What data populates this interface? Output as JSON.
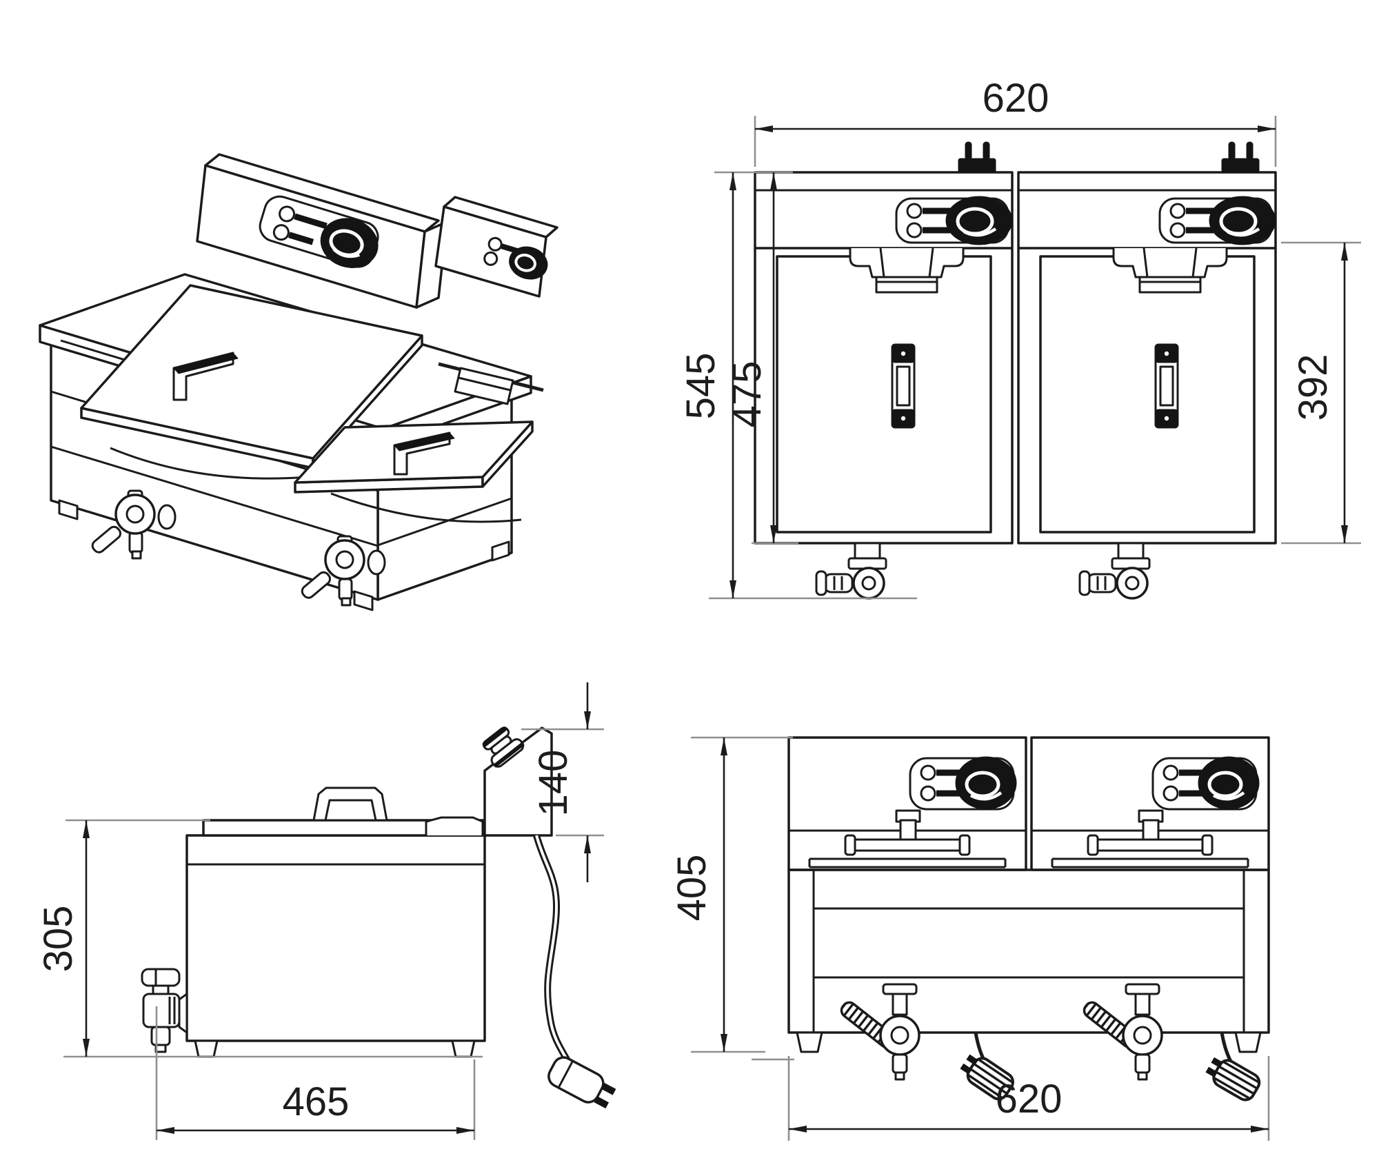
{
  "drawing": {
    "type": "technical-dimension-drawing",
    "subject": "double-tank countertop electric deep fryer",
    "background_color": "#ffffff",
    "line_color": "#1b1b1b",
    "extension_line_color": "#8f8f8f",
    "label_color": "#1d1d1d",
    "views": {
      "isometric": {
        "name": "isometric-view"
      },
      "front": {
        "name": "front-view",
        "dims": {
          "width": "620",
          "overall_height": "545",
          "body_height": "475",
          "tank_height": "392"
        }
      },
      "side": {
        "name": "side-view",
        "dims": {
          "body_height": "305",
          "console_height": "140",
          "depth": "465"
        }
      },
      "rear": {
        "name": "rear-view",
        "dims": {
          "height": "405",
          "width": "620"
        }
      }
    }
  }
}
